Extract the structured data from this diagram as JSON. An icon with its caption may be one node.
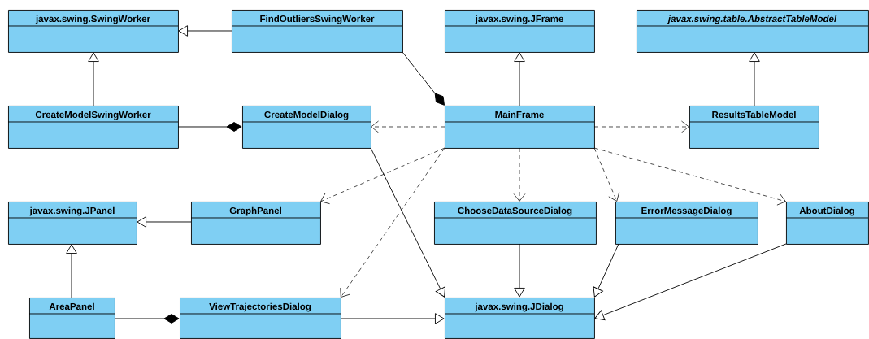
{
  "diagram": {
    "nodes": [
      {
        "text": [
          "javax.swing.SwingWorker"
        ]
      },
      {
        "text": [
          "FindOutliersSwingWorker"
        ]
      },
      {
        "text": [
          "javax.swing.JFrame"
        ]
      },
      {
        "text": [
          "javax.swing.table.AbstractTableModel"
        ]
      },
      {
        "text": [
          "CreateModelSwingWorker"
        ]
      },
      {
        "text": [
          "CreateModelDialog"
        ]
      },
      {
        "text": [
          "MainFrame"
        ]
      },
      {
        "text": [
          "ResultsTableModel"
        ]
      },
      {
        "text": [
          "javax.swing.JPanel"
        ]
      },
      {
        "text": [
          "GraphPanel"
        ]
      },
      {
        "text": [
          "ChooseDataSourceDialog"
        ]
      },
      {
        "text": [
          "ErrorMessageDialog"
        ]
      },
      {
        "text": [
          "AboutDialog"
        ]
      },
      {
        "text": [
          "AreaPanel"
        ]
      },
      {
        "text": [
          "ViewTrajectoriesDialog"
        ]
      },
      {
        "text": [
          "javax.swing.JDialog"
        ]
      }
    ],
    "edges": [
      {
        "from": 1,
        "to": 0,
        "arrow": "to"
      },
      {
        "from": 4,
        "to": 0,
        "arrow": "to"
      },
      {
        "from": 6,
        "to": 2,
        "arrow": "to"
      },
      {
        "from": 7,
        "to": 3,
        "arrow": "to"
      },
      {
        "from": 6,
        "to": 1,
        "arrow": "other"
      },
      {
        "from": 5,
        "to": 4,
        "arrow": "other"
      },
      {
        "from": 6,
        "to": 5,
        "arrow": "to",
        "style": "dashed"
      },
      {
        "from": 6,
        "to": 7,
        "arrow": "to",
        "style": "dashed"
      },
      {
        "from": 6,
        "to": 9,
        "arrow": "to",
        "style": "dashed"
      },
      {
        "from": 6,
        "to": 14,
        "arrow": "to",
        "style": "dashed"
      },
      {
        "from": 6,
        "to": 10,
        "arrow": "to",
        "style": "dashed"
      },
      {
        "from": 6,
        "to": 11,
        "arrow": "to",
        "style": "dashed"
      },
      {
        "from": 6,
        "to": 12,
        "arrow": "to",
        "style": "dashed"
      },
      {
        "from": 9,
        "to": 8,
        "arrow": "to"
      },
      {
        "from": 13,
        "to": 8,
        "arrow": "to"
      },
      {
        "from": 14,
        "to": 13,
        "arrow": "other"
      },
      {
        "from": 5,
        "to": 15,
        "arrow": "to"
      },
      {
        "from": 14,
        "to": 15,
        "arrow": "to"
      },
      {
        "from": 10,
        "to": 15,
        "arrow": "to"
      },
      {
        "from": 11,
        "to": 15,
        "arrow": "to"
      },
      {
        "from": 12,
        "to": 15,
        "arrow": "to"
      }
    ]
  }
}
